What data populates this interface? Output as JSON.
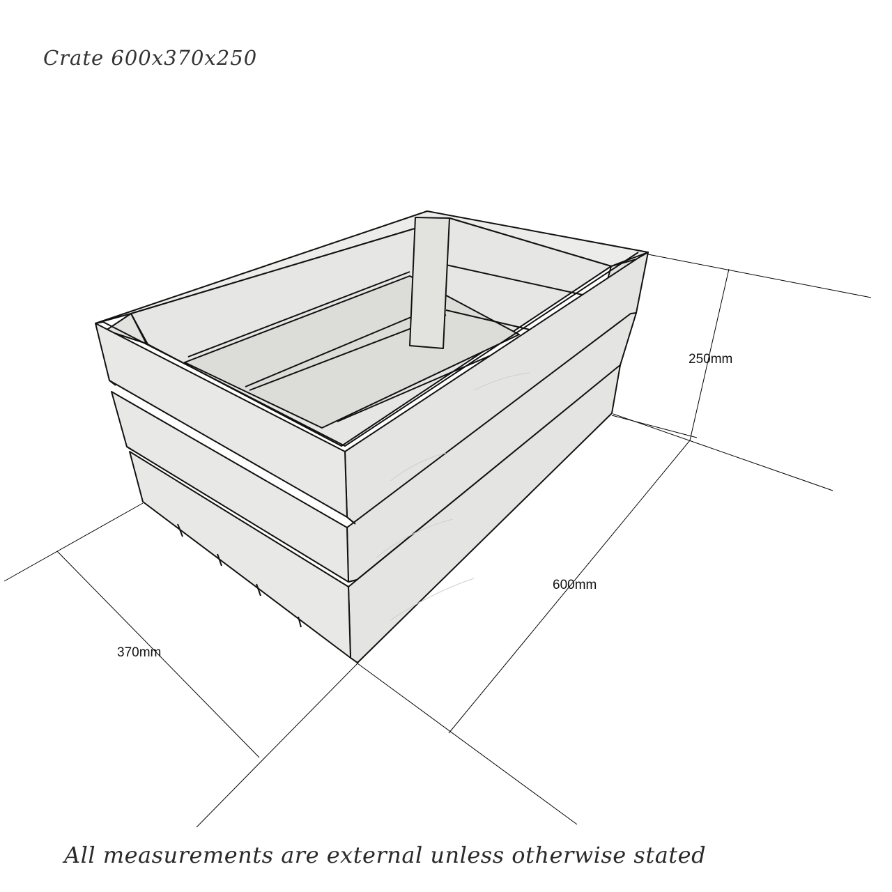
{
  "diagram": {
    "title": "Crate 600x370x250",
    "footnote": "All measurements are external unless otherwise stated",
    "dimensions": {
      "height_label": "250mm",
      "length_label": "600mm",
      "width_label": "370mm"
    },
    "colors": {
      "panel": "#e4e4e2",
      "panel_shade": "#d9d9d6",
      "interior": "#ececea",
      "interior_dark": "#dcdcd9",
      "outline": "#111111",
      "guide_line": "#000000"
    }
  }
}
